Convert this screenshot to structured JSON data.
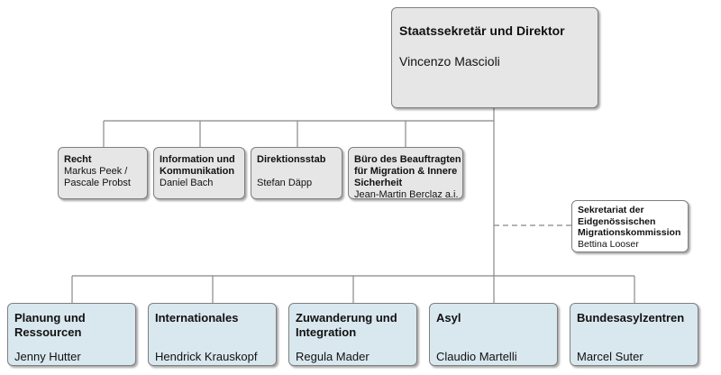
{
  "director": {
    "title": "Staatssekretär und Direktor",
    "name": "Vincenzo Mascioli"
  },
  "staff_units": [
    {
      "title": "Recht",
      "name": "Markus Peek / Pascale Probst"
    },
    {
      "title": "Information und Kommunikation",
      "name": "Daniel Bach"
    },
    {
      "title": "Direktionsstab",
      "name": "Stefan Däpp"
    },
    {
      "title": "Büro des Beauftragten für Migration & Innere Sicherheit",
      "name": "Jean-Martin Berclaz a.i."
    }
  ],
  "secretariat": {
    "title": "Sekretariat der Eidgenössischen Migrationskommission",
    "name": "Bettina Looser"
  },
  "departments": [
    {
      "title": "Planung und Ressourcen",
      "name": "Jenny Hutter"
    },
    {
      "title": "Internationales",
      "name": "Hendrick Krauskopf"
    },
    {
      "title": "Zuwanderung und Integration",
      "name": "Regula Mader"
    },
    {
      "title": "Asyl",
      "name": "Claudio Martelli"
    },
    {
      "title": "Bundesasylzentren",
      "name": "Marcel Suter"
    }
  ],
  "colors": {
    "director_fill": "#e6e6e6",
    "staff_fill": "#e6e6e6",
    "secretariat_fill": "#ffffff",
    "department_fill": "#d9e8ef",
    "line": "#888888"
  }
}
